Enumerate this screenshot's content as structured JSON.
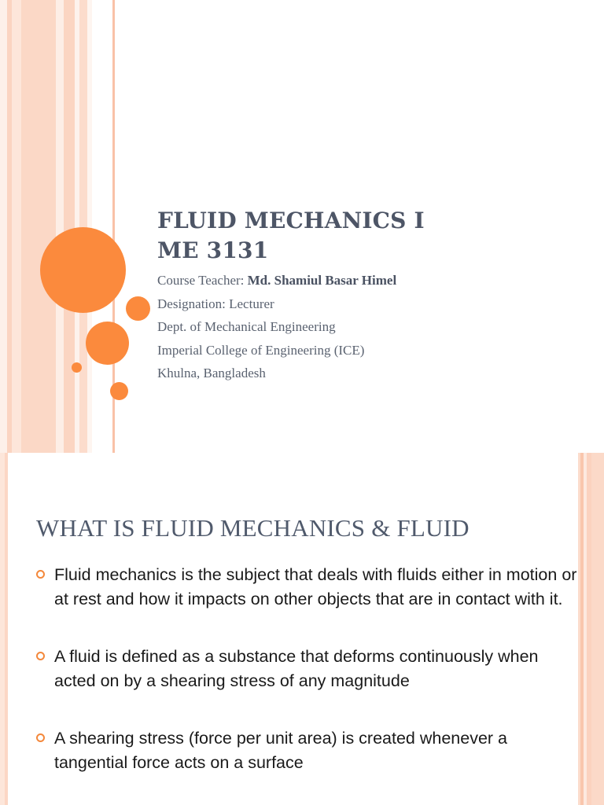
{
  "colors": {
    "accent_orange": "#fb8a3d",
    "stripe_light": "#fde2d4",
    "stripe_mid": "#f9c4ab",
    "title_gray": "#4d5566"
  },
  "slide1": {
    "title_line1": "FLUID MECHANICS I",
    "title_line2": "ME 3131",
    "teacher_label": "Course Teacher: ",
    "teacher_name": "Md. Shamiul Basar Himel",
    "designation": "Designation: Lecturer",
    "department": "Dept. of Mechanical Engineering",
    "college": "Imperial College of Engineering (ICE)",
    "location": "Khulna, Bangladesh"
  },
  "slide2": {
    "title": "WHAT IS FLUID MECHANICS & FLUID",
    "bullets": [
      {
        "icon": "circle-bullet-icon",
        "text": "Fluid mechanics is the subject that deals with fluids either in motion or at rest and how it impacts on other objects that are in contact with it."
      },
      {
        "icon": "circle-bullet-icon",
        "text": "A fluid is defined as a substance that deforms continuously when acted on by a shearing stress of any magnitude"
      },
      {
        "icon": "circle-bullet-icon",
        "text": "A shearing stress (force per unit area) is created whenever a tangential force acts on a surface"
      }
    ]
  }
}
